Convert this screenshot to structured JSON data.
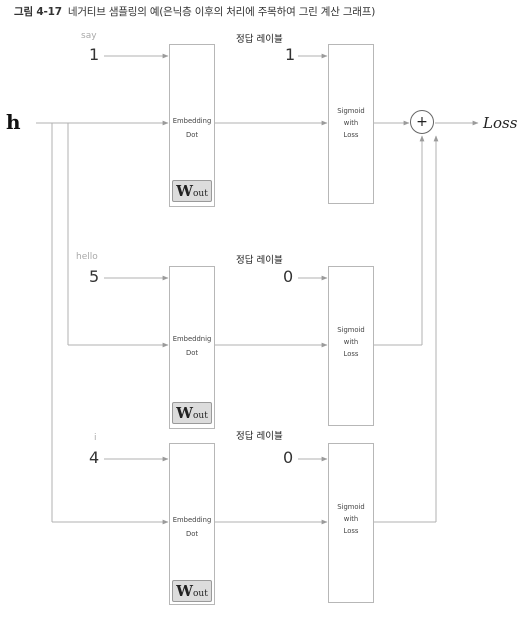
{
  "caption": {
    "figure_number": "그림 4-17",
    "text": "네거티브 샘플링의 예(은닉층 이후의 처리에 주목하여 그린 계산 그래프)"
  },
  "input_label": "h",
  "output_label": "Loss",
  "sum_symbol": "+",
  "rows": [
    {
      "word": "say",
      "index": "1",
      "embed_label": "Embedding",
      "dot_label": "Dot",
      "w_main": "W",
      "w_sub": "out",
      "label_title": "정답 레이블",
      "label_value": "1",
      "sig_line1": "Sigmoid",
      "sig_line2": "with",
      "sig_line3": "Loss"
    },
    {
      "word": "hello",
      "index": "5",
      "embed_label": "Embeddnig",
      "dot_label": "Dot",
      "w_main": "W",
      "w_sub": "out",
      "label_title": "정답 레이블",
      "label_value": "0",
      "sig_line1": "Sigmoid",
      "sig_line2": "with",
      "sig_line3": "Loss"
    },
    {
      "word": "i",
      "index": "4",
      "embed_label": "Embedding",
      "dot_label": "Dot",
      "w_main": "W",
      "w_sub": "out",
      "label_title": "정답 레이블",
      "label_value": "0",
      "sig_line1": "Sigmoid",
      "sig_line2": "with",
      "sig_line3": "Loss"
    }
  ]
}
